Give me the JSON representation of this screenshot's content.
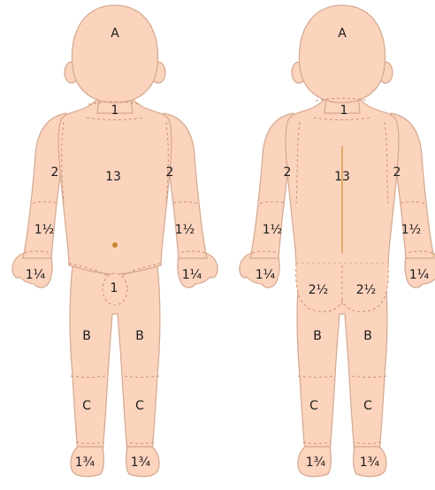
{
  "colors": {
    "skin": "#fcd3bd",
    "outline": "#d4a88f",
    "dash": "#c9926f",
    "navel": "#c8862e",
    "spine": "#d8a24a",
    "text": "#1b1b1b"
  },
  "labels": {
    "front": {
      "head": "A",
      "neck": "1",
      "trunk": "13",
      "upper_arm_left": "2",
      "upper_arm_right": "2",
      "forearm_left": "1½",
      "forearm_right": "1½",
      "hand_left": "1¼",
      "hand_right": "1¼",
      "genitalia": "1",
      "thigh_left": "B",
      "thigh_right": "B",
      "leg_left": "C",
      "leg_right": "C",
      "foot_left": "1¾",
      "foot_right": "1¾"
    },
    "back": {
      "head": "A",
      "neck": "1",
      "trunk": "13",
      "upper_arm_left": "2",
      "upper_arm_right": "2",
      "forearm_left": "1½",
      "forearm_right": "1½",
      "hand_left": "1¼",
      "hand_right": "1¼",
      "buttock_left": "2½",
      "buttock_right": "2½",
      "thigh_left": "B",
      "thigh_right": "B",
      "leg_left": "C",
      "leg_right": "C",
      "foot_left": "1¾",
      "foot_right": "1¾"
    }
  }
}
